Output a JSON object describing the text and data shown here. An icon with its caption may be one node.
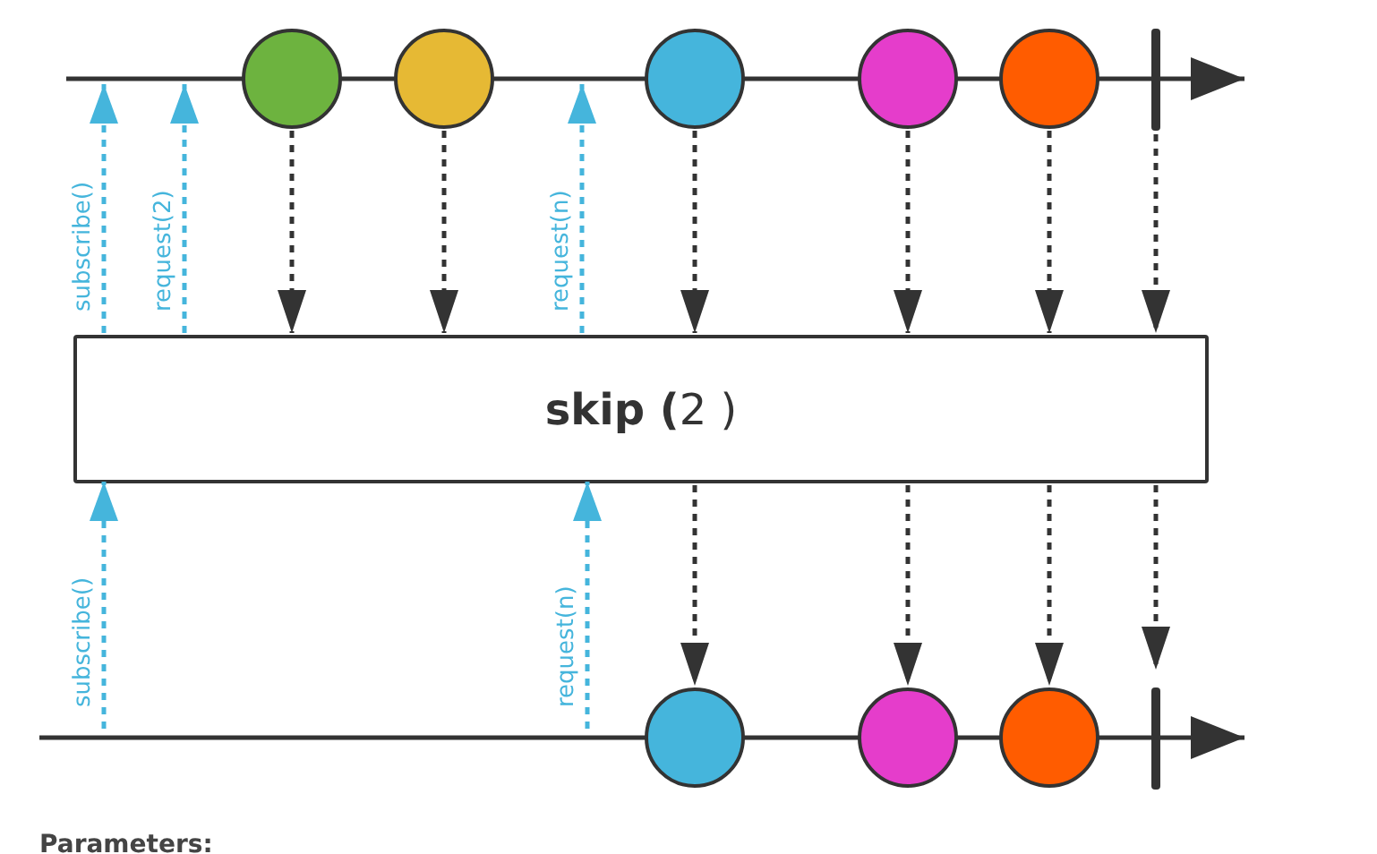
{
  "diagram": {
    "nodes": [
      {
        "text": [],
        "shape": "line"
      },
      {
        "text": [],
        "shape": "circle"
      },
      {
        "text": [],
        "shape": "circle"
      },
      {
        "text": [],
        "shape": "circle"
      },
      {
        "text": [],
        "shape": "circle"
      },
      {
        "text": [],
        "shape": "circle"
      },
      {
        "text": [],
        "shape": "bar"
      },
      {
        "text": [
          "**skip (**2 )"
        ]
      },
      {
        "text": [],
        "shape": "line"
      },
      {
        "text": [],
        "shape": "circle"
      },
      {
        "text": [],
        "shape": "circle"
      },
      {
        "text": [],
        "shape": "circle"
      },
      {
        "text": [],
        "shape": "bar"
      }
    ],
    "edges": [
      {
        "from": 7,
        "to": 0,
        "arrow": "to",
        "label": "subscribe()",
        "style": "dashed",
        "color": "#45b5dc"
      },
      {
        "from": 7,
        "to": 0,
        "arrow": "to",
        "label": "request(2)",
        "style": "dashed",
        "color": "#45b5dc"
      },
      {
        "from": 7,
        "to": 0,
        "arrow": "to",
        "label": "request(n)",
        "style": "dashed",
        "color": "#45b5dc"
      },
      {
        "from": 1,
        "to": 7,
        "arrow": "to",
        "style": "dashed"
      },
      {
        "from": 2,
        "to": 7,
        "arrow": "to",
        "style": "dashed"
      },
      {
        "from": 3,
        "to": 7,
        "arrow": "to",
        "style": "dashed"
      },
      {
        "from": 4,
        "to": 7,
        "arrow": "to",
        "style": "dashed"
      },
      {
        "from": 5,
        "to": 7,
        "arrow": "to",
        "style": "dashed"
      },
      {
        "from": 6,
        "to": 7,
        "arrow": "to",
        "style": "dashed"
      },
      {
        "from": 8,
        "to": 7,
        "arrow": "to",
        "label": "subscribe()",
        "style": "dashed",
        "color": "#45b5dc"
      },
      {
        "from": 8,
        "to": 7,
        "arrow": "to",
        "label": "request(n)",
        "style": "dashed",
        "color": "#45b5dc"
      },
      {
        "from": 7,
        "to": 9,
        "arrow": "to",
        "style": "dashed"
      },
      {
        "from": 7,
        "to": 10,
        "arrow": "to",
        "style": "dashed"
      },
      {
        "from": 7,
        "to": 11,
        "arrow": "to",
        "style": "dashed"
      },
      {
        "from": 7,
        "to": 12,
        "arrow": "to",
        "style": "dashed"
      }
    ],
    "labels": [
      "Parameters:"
    ]
  }
}
